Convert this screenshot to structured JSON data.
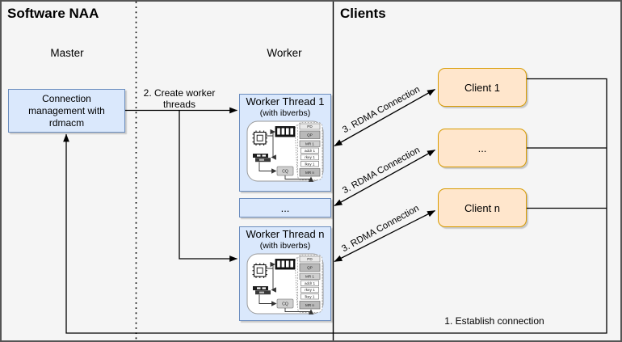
{
  "diagram": {
    "left_panel_title": "Software NAA",
    "right_panel_title": "Clients",
    "master_label": "Master",
    "worker_label": "Worker"
  },
  "master": {
    "connection_box": "Connection management with rdmacm"
  },
  "workers": {
    "thread_1_title": "Worker Thread 1",
    "thread_n_title": "Worker Thread n",
    "subtitle": "(with ibverbs)",
    "ellipsis": "..."
  },
  "ibverbs": {
    "pd": "PD",
    "qp": "QP",
    "mr_1": "MR 1",
    "addr_1": "addr 1",
    "rkey_1": "rkey 1",
    "lkey_1": "lkey 1",
    "mr_n": "MR n",
    "cq": "CQ"
  },
  "clients": {
    "client_1": "Client 1",
    "ellipsis": "...",
    "client_n": "Client n"
  },
  "labels": {
    "create_workers": "2. Create worker threads",
    "rdma_connection": "3. RDMA Connection",
    "establish_connection": "1. Establish connection"
  },
  "colors": {
    "canvas_bg": "#f5f5f5",
    "blue_fill": "#dae8fc",
    "blue_stroke": "#6c8ebf",
    "orange_fill": "#ffe6cc",
    "orange_stroke": "#d79b00",
    "line": "#000000"
  }
}
